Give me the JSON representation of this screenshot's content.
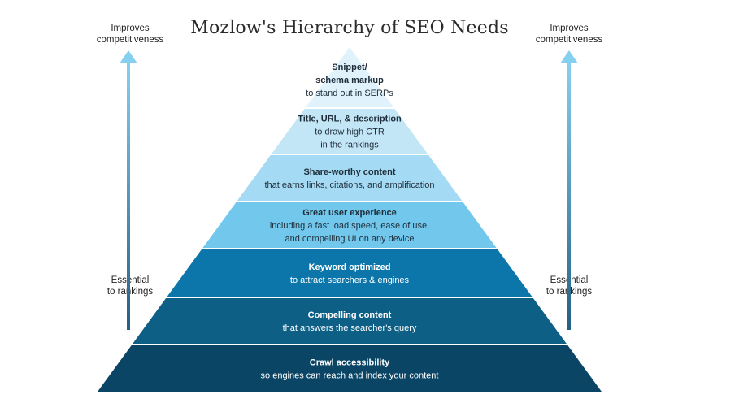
{
  "title": "Mozlow's Hierarchy of SEO Needs",
  "left_labels": {
    "top": [
      "Improves",
      "competitiveness"
    ],
    "bottom": [
      "Essential",
      "to rankings"
    ]
  },
  "right_labels": {
    "top": [
      "Improves",
      "competitiveness"
    ],
    "bottom": [
      "Essential",
      "to rankings"
    ]
  },
  "colors": {
    "arrow": "#7ec8ea",
    "arrow_dark": "#2b6f9a",
    "tiers": [
      "#0b4565",
      "#0d5f86",
      "#0c76ab",
      "#72c8ec",
      "#a4daf3",
      "#c3e6f7",
      "#e0f2fb"
    ]
  },
  "tiers": [
    {
      "title": "Crawl accessibility",
      "desc": [
        "so engines can reach and index your content"
      ],
      "text_color": "#ffffff"
    },
    {
      "title": "Compelling content",
      "desc": [
        "that answers the searcher's query"
      ],
      "text_color": "#ffffff"
    },
    {
      "title": "Keyword optimized",
      "desc": [
        "to attract searchers & engines"
      ],
      "text_color": "#ffffff"
    },
    {
      "title": "Great user experience",
      "desc": [
        "including a fast load speed, ease of use,",
        "and compelling UI on any device"
      ],
      "text_color": "#1f2d3a"
    },
    {
      "title": "Share-worthy content",
      "desc": [
        "that earns links, citations, and amplification"
      ],
      "text_color": "#1f2d3a"
    },
    {
      "title": "Title, URL, & description",
      "desc": [
        "to draw high CTR",
        "in the rankings"
      ],
      "text_color": "#1f2d3a"
    },
    {
      "title_lines": [
        "Snippet/",
        "schema markup"
      ],
      "desc": [
        "to stand out in SERPs"
      ],
      "text_color": "#1f2d3a"
    }
  ]
}
